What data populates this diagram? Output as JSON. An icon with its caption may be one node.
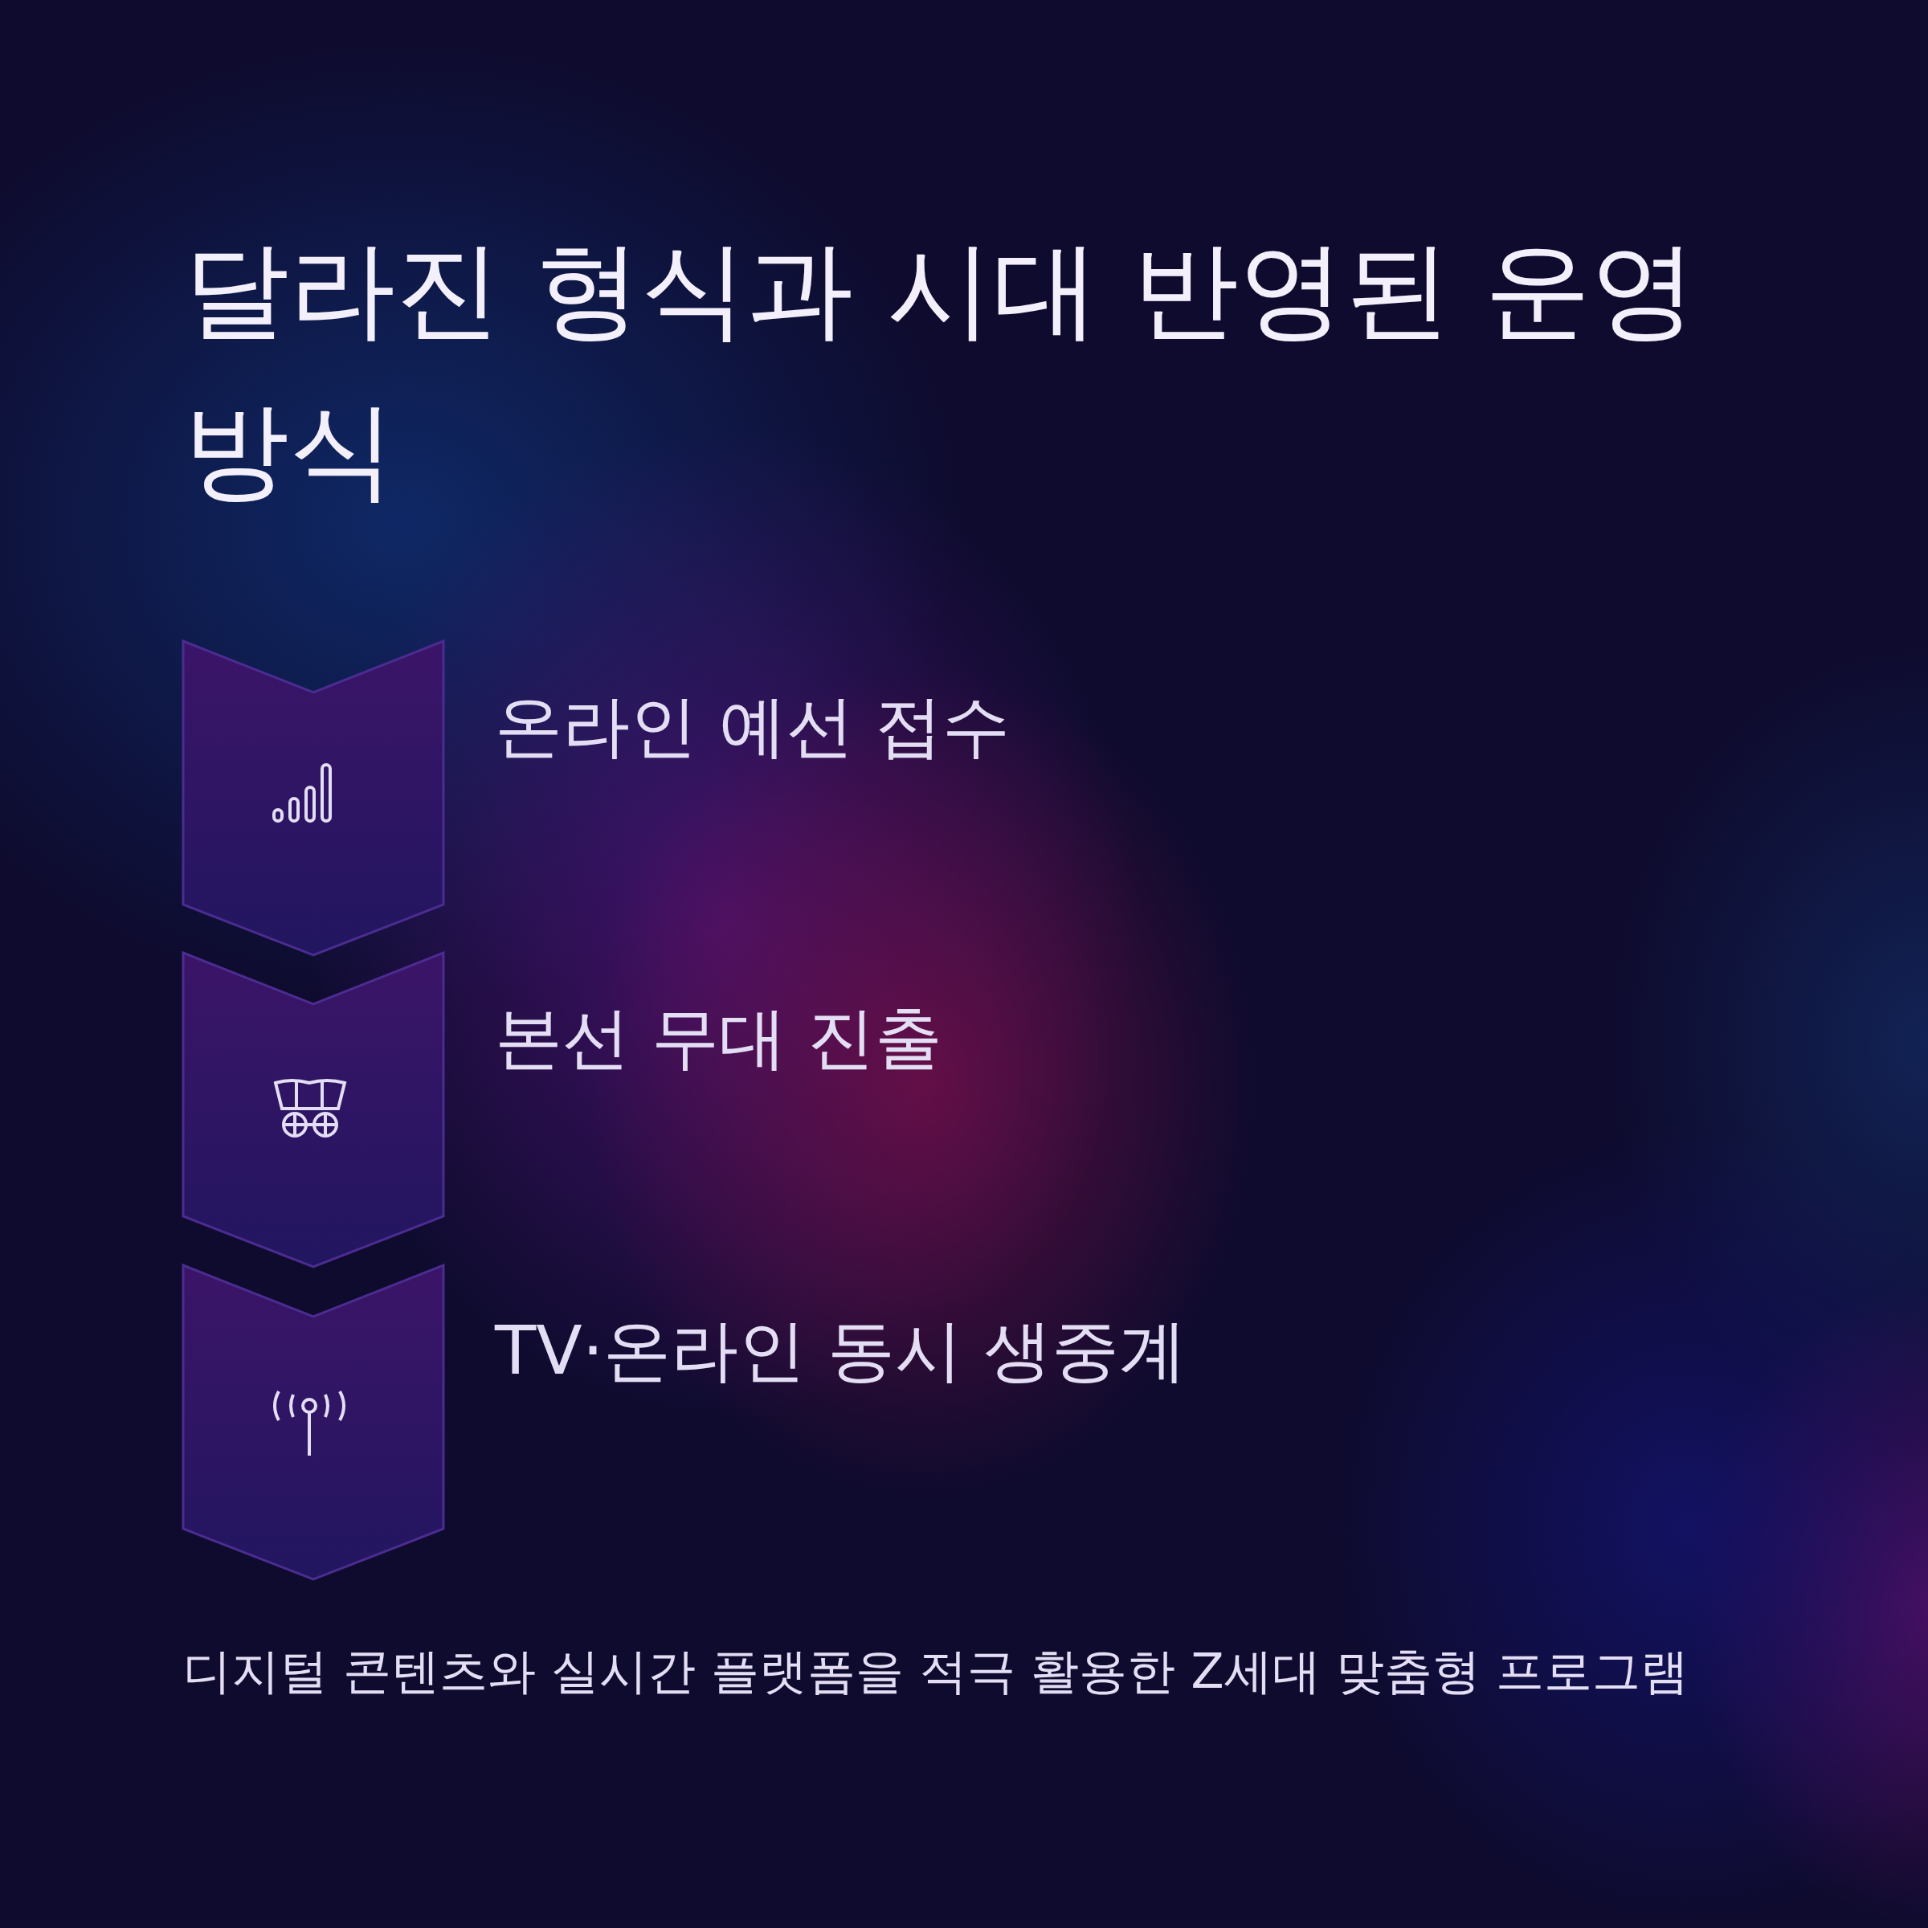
{
  "diagram": {
    "title": "달라진 형식과 시대 반영된 운영 방식",
    "nodes": [
      {
        "text": [
          "온라인 예선 접수"
        ]
      },
      {
        "text": [
          "본선 무대 진출"
        ]
      },
      {
        "text": [
          "TV·온라인 동시 생중계"
        ]
      }
    ],
    "caption": "디지털 콘텐츠와 실시간 플랫폼을 적극 활용한 Z세대 맞춤형 프로그램"
  }
}
